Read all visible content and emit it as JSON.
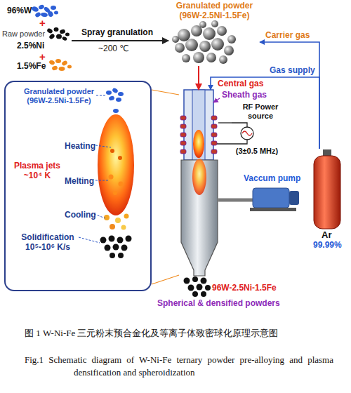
{
  "diagram": {
    "caption": "图 1 W-Ni-Fe 三元粉末预合金化及等离子体致密球化原理示意图",
    "nodes": [
      {
        "text": [
          "96%W",
          "Raw powder",
          "2.5%Ni",
          "1.5%Fe"
        ]
      },
      {
        "text": [
          "Granulated powder (96W-2.5Ni-1.5Fe)"
        ]
      },
      {
        "text": [
          "Granulated powder (96W-2.5Ni-1.5Fe)",
          "Plasma jets ~10⁴ K",
          "Heating",
          "Melting",
          "Cooling",
          "Solidification 10⁵-10⁶ K/s"
        ]
      },
      {
        "text": [
          "Central gas",
          "Sheath gas"
        ]
      },
      {
        "text": [
          "RF Power source",
          "(3±0.5 MHz)"
        ]
      },
      {
        "text": [
          "Vaccum pump"
        ]
      },
      {
        "text": [
          "Ar",
          "99.99%"
        ]
      },
      {
        "text": [
          "96W-2.5Ni-1.5Fe",
          "Spherical & densified powders"
        ]
      }
    ],
    "edges": [
      {
        "from": 0,
        "to": 1,
        "label": "Spray granulation",
        "arrow": "to"
      },
      {
        "from": 1,
        "to": 3,
        "arrow": "to"
      },
      {
        "from": 6,
        "to": 1,
        "label": "Carrier gas",
        "arrow": "to"
      },
      {
        "from": 6,
        "to": 3,
        "label": "Gas supply",
        "arrow": "to"
      },
      {
        "from": 3,
        "to": 4,
        "arrow": "none"
      },
      {
        "from": 3,
        "to": 5,
        "arrow": "none"
      },
      {
        "from": 3,
        "to": 2,
        "arrow": "none"
      }
    ],
    "labels": [
      "+",
      "+",
      "~200 ℃",
      "Fig.1 Schematic diagram of W-Ni-Fe ternary powder pre-alloying and plasma densification and spheroidization"
    ]
  }
}
